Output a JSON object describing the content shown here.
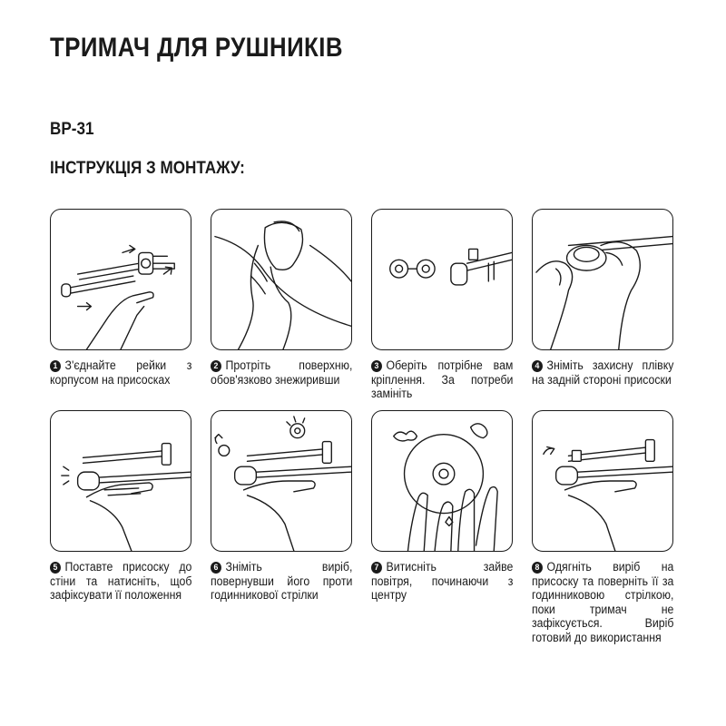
{
  "title": "ТРИМАЧ ДЛЯ РУШНИКІВ",
  "model": "BP-31",
  "subtitle": "ІНСТРУКЦІЯ З МОНТАЖУ:",
  "steps": [
    {
      "number": "1",
      "icon": "step-1-assemble-rails-illustration",
      "text": "З'єднайте рейки з корпусом на присосках"
    },
    {
      "number": "2",
      "icon": "step-2-wipe-surface-illustration",
      "text": "Протріть поверхню, обов'язково знежиривши"
    },
    {
      "number": "3",
      "icon": "step-3-choose-mount-illustration",
      "text": "Оберіть потрібне вам кріплення. За потреби замініть"
    },
    {
      "number": "4",
      "icon": "step-4-remove-film-illustration",
      "text": "Зніміть захисну плівку на задній стороні присоски"
    },
    {
      "number": "5",
      "icon": "step-5-press-to-wall-illustration",
      "text": "Поставте присоску до стіни та натисніть, щоб зафіксувати її положення"
    },
    {
      "number": "6",
      "icon": "step-6-remove-cap-illustration",
      "text": "Зніміть виріб, повернувши його проти годинникової стрілки"
    },
    {
      "number": "7",
      "icon": "step-7-push-out-air-illustration",
      "text": "Витисніть зайве повітря, починаючи з центру"
    },
    {
      "number": "8",
      "icon": "step-8-reattach-illustration",
      "text": "Одягніть виріб на присоску та поверніть її за годинниковою стрілкою, поки тримач не зафіксується. Виріб готовий до використання"
    }
  ]
}
